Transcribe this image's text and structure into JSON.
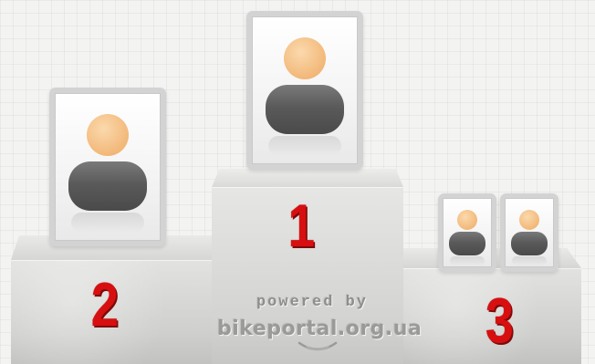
{
  "podium": {
    "first": {
      "number": "1"
    },
    "second": {
      "number": "2"
    },
    "third": {
      "number": "3"
    }
  },
  "avatars": {
    "first": [
      "user-avatar-icon"
    ],
    "second": [
      "user-avatar-icon"
    ],
    "third": [
      "user-avatar-icon",
      "user-avatar-icon"
    ]
  },
  "branding": {
    "powered_by": "powered by",
    "site": "bikeportal.org.ua"
  },
  "colors": {
    "number_red": "#d80f10",
    "podium_gray": "#d6d6d4",
    "avatar_head": "#f2b879",
    "avatar_body": "#5a5a5a"
  }
}
